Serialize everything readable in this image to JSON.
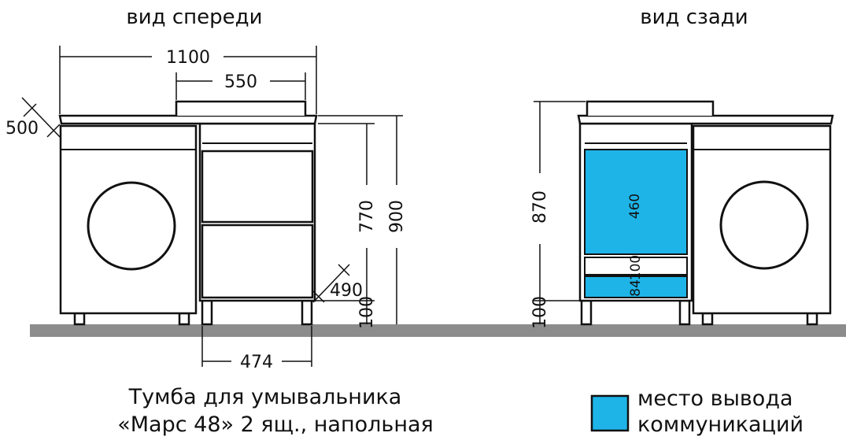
{
  "views": {
    "front_title": "вид спереди",
    "back_title": "вид сзади"
  },
  "dimensions": {
    "total_width": "1100",
    "top_width": "550",
    "depth_left": "500",
    "cabinet_height": "770",
    "total_height": "900",
    "leg_height_front": "100",
    "cabinet_depth": "490",
    "cabinet_width": "474",
    "back_height": "870",
    "comm_zone_height": "460",
    "shelf_gap": "100",
    "lower_gap": "84",
    "leg_height_back": "100"
  },
  "caption": {
    "line1": "Тумба для умывальника",
    "line2": "«Марс 48» 2 ящ., напольная"
  },
  "legend": {
    "label_line1": "место вывода",
    "label_line2": "коммуникаций",
    "color": "#1EB4E8"
  },
  "colors": {
    "floor": "#8C8C8C",
    "communications": "#1EB4E8"
  }
}
